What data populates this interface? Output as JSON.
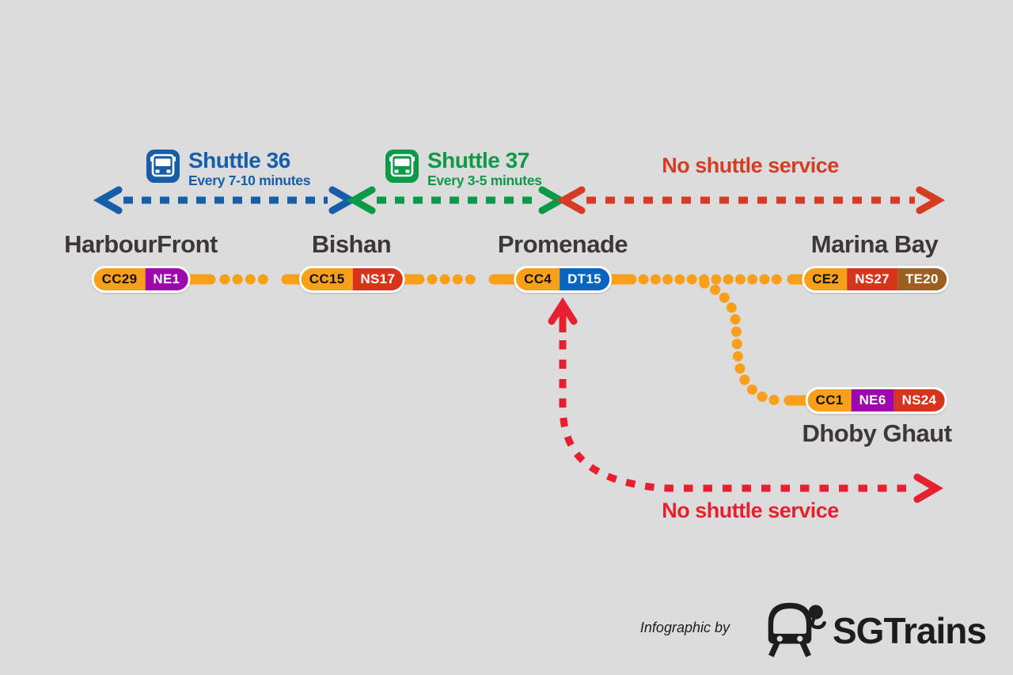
{
  "colors": {
    "background": "#dcdcdc",
    "shuttle36": "#165fa8",
    "shuttle37": "#0d9a48",
    "noservice-top": "#d63c23",
    "noservice-bottom": "#e6202f",
    "line-cc": "#f9a01b",
    "line-ne": "#9e07ad",
    "line-ns": "#d8341d",
    "line-dt": "#0565c0",
    "line-te": "#9d5f21",
    "station-text": "#3c3835",
    "ink": "#1d1d1b"
  },
  "shuttles": [
    {
      "name": "Shuttle 36",
      "frequency": "Every 7-10 minutes",
      "icon": "bus-icon"
    },
    {
      "name": "Shuttle 37",
      "frequency": "Every 3-5 minutes",
      "icon": "bus-icon"
    }
  ],
  "messages": {
    "no_shuttle_top": "No shuttle service",
    "no_shuttle_bottom": "No shuttle service"
  },
  "stations": [
    {
      "name": "HarbourFront",
      "badges": [
        {
          "label": "CC29",
          "line": "cc"
        },
        {
          "label": "NE1",
          "line": "ne"
        }
      ]
    },
    {
      "name": "Bishan",
      "badges": [
        {
          "label": "CC15",
          "line": "cc"
        },
        {
          "label": "NS17",
          "line": "ns"
        }
      ]
    },
    {
      "name": "Promenade",
      "badges": [
        {
          "label": "CC4",
          "line": "cc"
        },
        {
          "label": "DT15",
          "line": "dt"
        }
      ]
    },
    {
      "name": "Marina Bay",
      "badges": [
        {
          "label": "CE2",
          "line": "cc"
        },
        {
          "label": "NS27",
          "line": "ns"
        },
        {
          "label": "TE20",
          "line": "te"
        }
      ]
    },
    {
      "name": "Dhoby Ghaut",
      "badges": [
        {
          "label": "CC1",
          "line": "cc"
        },
        {
          "label": "NE6",
          "line": "ne"
        },
        {
          "label": "NS24",
          "line": "ns"
        }
      ]
    }
  ],
  "footer": {
    "credit": "Infographic by",
    "brand": "SGTrains",
    "logo_icon": "train-logo-icon"
  }
}
